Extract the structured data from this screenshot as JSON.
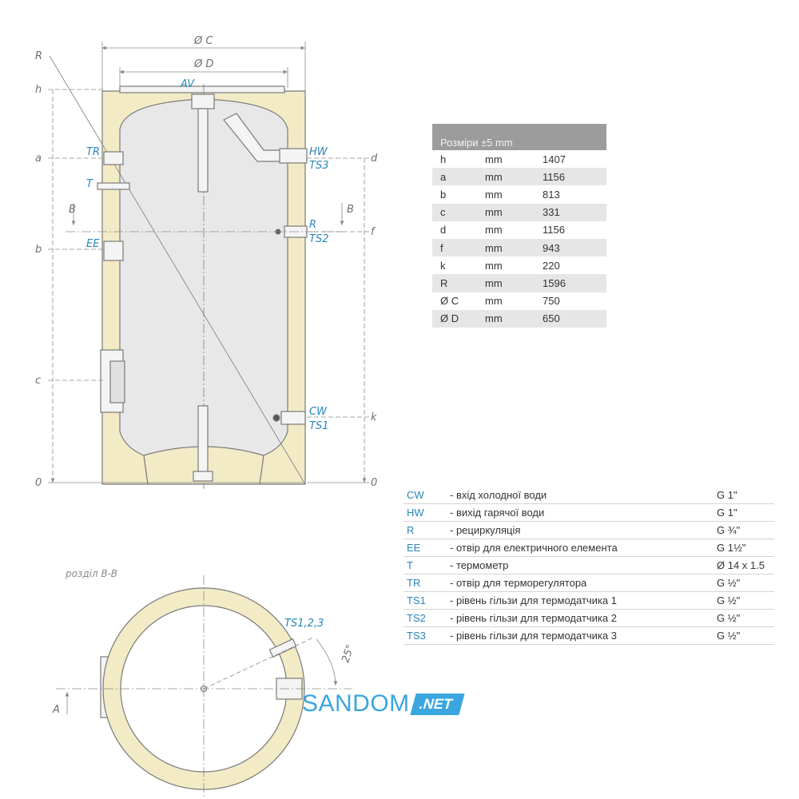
{
  "diagram": {
    "labels": {
      "phi_c": "Ø C",
      "phi_d": "Ø D",
      "r": "R",
      "h": "h",
      "a": "a",
      "b": "b",
      "c": "c",
      "zero_left": "0",
      "zero_right": "0",
      "d": "d",
      "f": "f",
      "k": "k",
      "b_left": "B",
      "b_right": "B",
      "av": "AV",
      "tr": "TR",
      "t": "T",
      "ee": "EE",
      "hw": "HW",
      "ts3": "TS3",
      "r_conn": "R",
      "ts2": "TS2",
      "cw": "CW",
      "ts1": "TS1",
      "section_title": "розділ B-B",
      "ts123": "TS1,2,3",
      "angle": "25°",
      "a_arrow": "A"
    },
    "colors": {
      "insulation": "#f2ebc6",
      "tank": "#e8e8e8",
      "outline": "#7a7a7a",
      "accent": "#2a86b8"
    }
  },
  "dimensions_table": {
    "header": "Розміри ±5 mm",
    "rows": [
      {
        "name": "h",
        "unit": "mm",
        "value": "1407"
      },
      {
        "name": "a",
        "unit": "mm",
        "value": "1156"
      },
      {
        "name": "b",
        "unit": "mm",
        "value": "813"
      },
      {
        "name": "c",
        "unit": "mm",
        "value": "331"
      },
      {
        "name": "d",
        "unit": "mm",
        "value": "1156"
      },
      {
        "name": "f",
        "unit": "mm",
        "value": "943"
      },
      {
        "name": "k",
        "unit": "mm",
        "value": "220"
      },
      {
        "name": "R",
        "unit": "mm",
        "value": "1596"
      },
      {
        "name": "Ø C",
        "unit": "mm",
        "value": "750"
      },
      {
        "name": "Ø D",
        "unit": "mm",
        "value": "650"
      }
    ]
  },
  "legend": [
    {
      "code": "CW",
      "desc": "- вхід холодної води",
      "size": "G 1\""
    },
    {
      "code": "HW",
      "desc": "- вихід гарячої води",
      "size": "G 1\""
    },
    {
      "code": "R",
      "desc": "- рециркуляція",
      "size": "G ¾\""
    },
    {
      "code": "EE",
      "desc": "- отвір для електричного елемента",
      "size": "G 1½\""
    },
    {
      "code": "T",
      "desc": "- термометр",
      "size": "Ø 14 x 1.5"
    },
    {
      "code": "TR",
      "desc": "- отвір для терморегулятора",
      "size": "G ½\""
    },
    {
      "code": "TS1",
      "desc": "- рівень гільзи для термодатчика 1",
      "size": "G ½\""
    },
    {
      "code": "TS2",
      "desc": "- рівень гільзи для термодатчика 2",
      "size": "G ½\""
    },
    {
      "code": "TS3",
      "desc": "- рівень гільзи для термодатчика 3",
      "size": "G ½\""
    }
  ],
  "watermark": {
    "main": "SANDOM",
    "net": ".NET"
  }
}
